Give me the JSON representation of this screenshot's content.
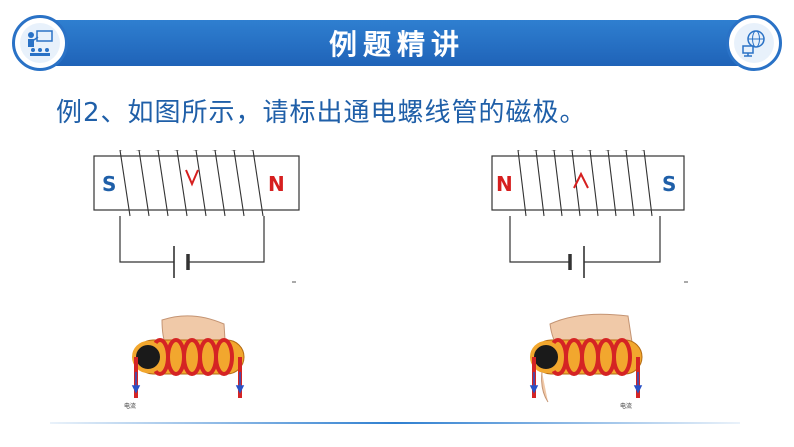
{
  "header": {
    "title": "例题精讲"
  },
  "question": {
    "text": "例2、如图所示，请标出通电螺线管的磁极。"
  },
  "figure_left": {
    "left_pole": "S",
    "right_pole": "N"
  },
  "figure_right": {
    "left_pole": "N",
    "right_pole": "S"
  },
  "photo_left": {
    "label": "电流"
  },
  "photo_right": {
    "label": "电流"
  },
  "colors": {
    "accent": "#2a72c6",
    "pole_s": "#1f5fa8",
    "pole_n": "#d61f1f"
  }
}
